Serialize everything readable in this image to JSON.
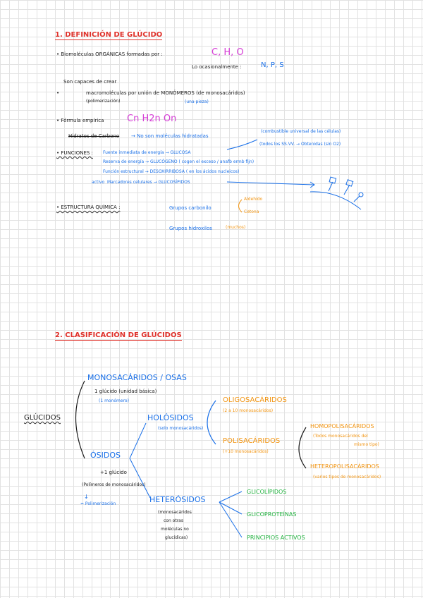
{
  "section1": {
    "title": "1. DEFINICIÓN DE GLÚCIDO",
    "bio_label": "• Biomoléculas ORGÁNICAS formadas por :",
    "bio_elements": "C, H, O",
    "occasional_label": "Lo ocasionalmente :",
    "occasional_elements": "N, P, S",
    "capable": "Son capaces de crear",
    "macro_text": "macromoléculas por unión de MONÓMEROS (de monosacáridos)",
    "poly_note": "(polimerización)",
    "pieces_note": "(una pieza)",
    "formula_label": "• Fórmula empírica",
    "formula": "Cn H2n On",
    "carbon_hydrates": "Hidratos de Carbono",
    "not_hydrated": "→ No son moléculas hidratadas",
    "fuel_note": "(combustible universal de las células)",
    "all_ssvv": "(todos los SS.VV. → Obtenidas (sin O2)",
    "functions_label": "• FUNCIONES :",
    "functions": [
      "Fuente inmediata de energía → GLUCOSA",
      "Reserva de energía → GLUCÓGENO ( cogen el exceso / anafb ermb fijn)",
      "Función estructural → DESOXIRRIBOSA ( en los ácidos nucleicos)",
      "Marcadores celulares → GLUCOSÍPIDOS"
    ],
    "activo": "activo",
    "structure_label": "• ESTRUCTURA QUÍMICA :",
    "carbonyl_group": "Grupos carbonilo",
    "aldehyde": "Aldehído",
    "ketone": "Cetona",
    "hydroxyl_group": "Grupos hidroxilos",
    "many_note": "(muchos)"
  },
  "section2": {
    "title": "2. CLASIFICACIÓN DE GLÚCIDOS",
    "root": "GLÚCIDOS",
    "monosaccharides": "MONOSACÁRIDOS / OSAS",
    "one_glucid": "1 glúcido (unidad básica)",
    "one_monomer": "(1 monómero)",
    "osides": "ÓSIDOS",
    "plus_one": "+1 glúcido",
    "polymers": "(Polímeros de monosacáridos)",
    "down_arrow": "↓",
    "polymerization": "= Polimerización",
    "holosides": "HOLÓSIDOS",
    "only_mono": "(solo monosacáridos)",
    "heterosides": "HETERÓSIDOS",
    "hetero_note_1": "(monosacáridos",
    "hetero_note_2": "con otras",
    "hetero_note_3": "moléculas no",
    "hetero_note_4": "glucídicas)",
    "oligosaccharides": "OLIGOSACÁRIDOS",
    "oligo_note": "(2 a 10 monosacáridos)",
    "polysaccharides": "POLISACÁRIDOS",
    "poly_note": "(+10 monosacáridos)",
    "homopoly": "HOMOPOLISACÁRIDOS",
    "homopoly_note_1": "(Todos monosacáridos del",
    "homopoly_note_2": "mismo tipo)",
    "heteropoly": "HETEROPOLISACÁRIDOS",
    "heteropoly_note": "(varios tipos de monosacáridos)",
    "glycolipids": "GLICOLÍPIDOS",
    "glycoproteins": "GLICOPROTEÍNAS",
    "active_principles": "PRINCIPIOS ACTIVOS"
  },
  "colors": {
    "title_red": "#e0322b",
    "formula_pink": "#d63fd6",
    "note_blue": "#1a70e8",
    "orange": "#f29512",
    "green": "#24b341"
  }
}
